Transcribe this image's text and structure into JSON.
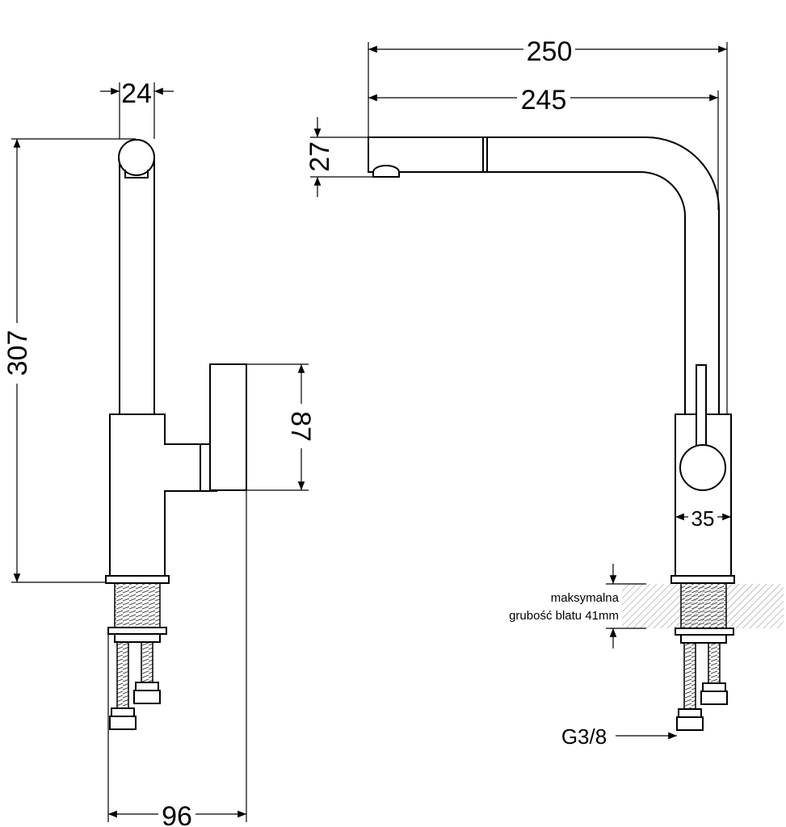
{
  "dimensions": {
    "side_handle_width": "24",
    "side_total_height": "307",
    "side_shower_head_height": "87",
    "side_base_depth": "96",
    "front_total_reach": "250",
    "front_spout_reach": "245",
    "front_spout_height": "27",
    "front_body_width": "35"
  },
  "labels": {
    "countertop_note_line1": "maksymalna",
    "countertop_note_line2": "grubość blatu 41mm",
    "connection_thread": "G3/8"
  }
}
